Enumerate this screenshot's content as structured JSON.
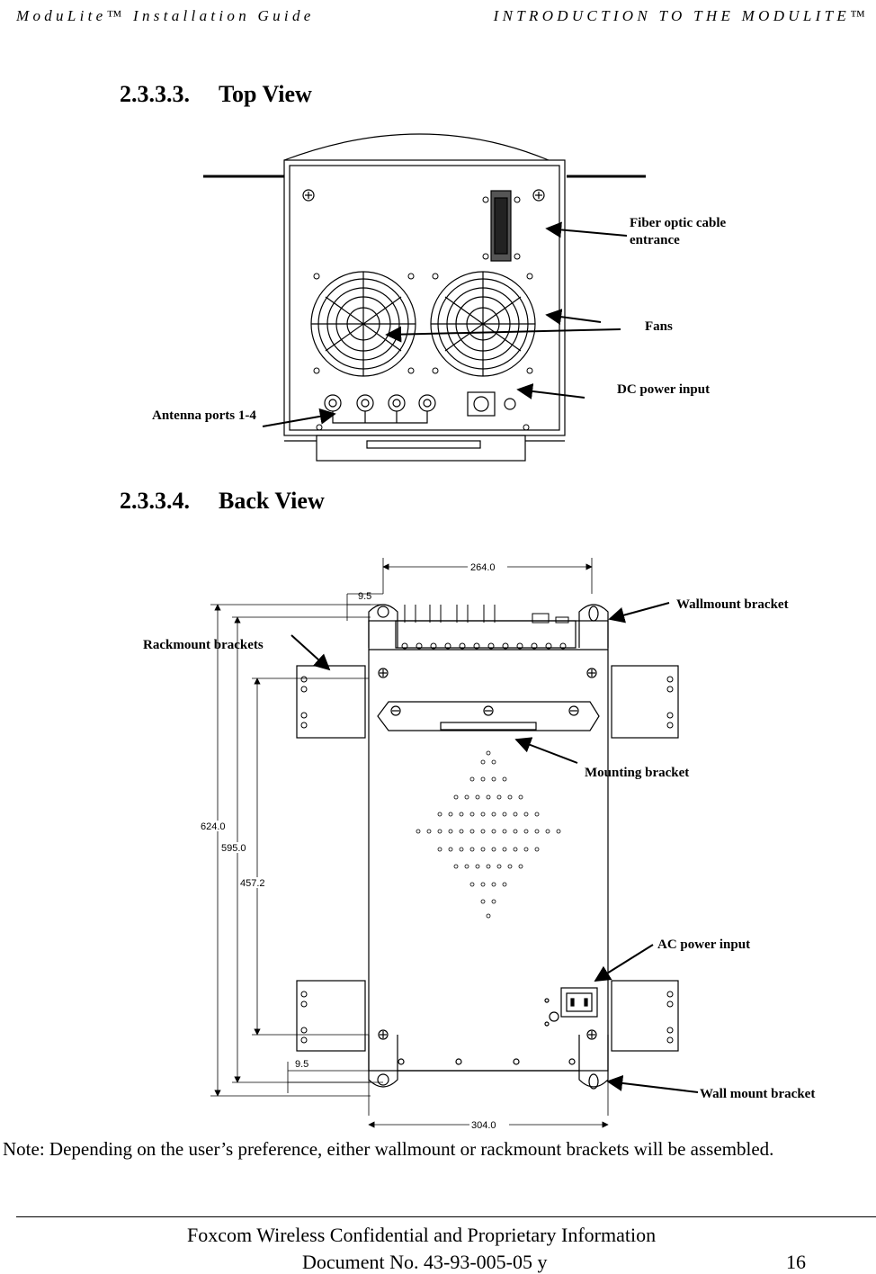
{
  "header": {
    "left": "ModuLite™ Installation Guide",
    "right": "INTRODUCTION TO THE MODULITE™"
  },
  "sections": {
    "top_view": {
      "number": "2.3.3.3.",
      "title": "Top View"
    },
    "back_view": {
      "number": "2.3.3.4.",
      "title": "Back View"
    }
  },
  "top_view_labels": {
    "fiber_line1": "Fiber   optic   cable",
    "fiber_line2": "entrance",
    "fans": "Fans",
    "dc_power": "DC power input",
    "antenna_ports": "Antenna ports 1-4"
  },
  "back_view_labels": {
    "wallmount_top": "Wallmount bracket",
    "rackmount": "Rackmount brackets",
    "mounting": "Mounting bracket",
    "ac_power": "AC power input",
    "wallmount_bottom": "Wall mount bracket"
  },
  "dimensions": {
    "width_top": "264.0",
    "width_bottom": "304.0",
    "offset_top": "9.5",
    "offset_bottom": "9.5",
    "height_total": "624.0",
    "height_mid": "595.0",
    "height_inner": "457.2"
  },
  "note": "Note: Depending on the user’s preference, either wallmount or rackmount brackets will be assembled.",
  "footer": {
    "line1": "Foxcom Wireless Confidential and Proprietary Information",
    "line2": "Document No. 43-93-005-05 y",
    "page": "16"
  }
}
